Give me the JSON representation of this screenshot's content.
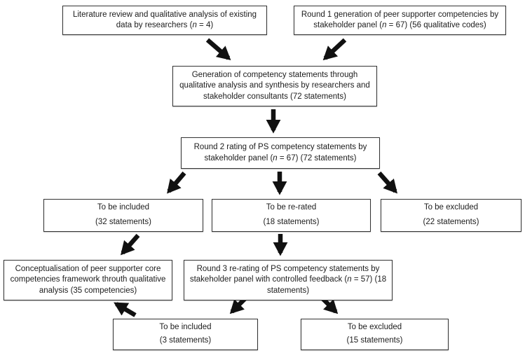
{
  "figure": {
    "background": "#ffffff",
    "box_border_color": "#333333",
    "arrow_color": "#111111",
    "text_color": "#1c1c1c"
  },
  "nodes": {
    "lit_review": {
      "text": "Literature review and qualitative analysis of existing data by researchers (n = 4)"
    },
    "round1": {
      "text": "Round 1 generation of peer supporter competencies by stakeholder panel (n = 67) (56 qualitative codes)"
    },
    "generation": {
      "text": "Generation of competency statements through qualitative analysis and synthesis by researchers and stakeholder consultants (72 statements)"
    },
    "round2": {
      "text": "Round 2 rating of PS competency statements by stakeholder panel (n = 67) (72 statements)"
    },
    "r2_included": {
      "label": "To be included",
      "count": "(32 statements)"
    },
    "r2_rerated": {
      "label": "To be re-rated",
      "count": "(18 statements)"
    },
    "r2_excluded": {
      "label": "To be excluded",
      "count": "(22 statements)"
    },
    "conceptualisation": {
      "text": "Conceptualisation of peer supporter core competencies framework throuth qualitative analysis (35 competencies)"
    },
    "round3": {
      "text": "Round 3 re-rating of PS competency statements by stakeholder panel with controlled feedback (n = 57) (18 statements)"
    },
    "r3_included": {
      "label": "To be included",
      "count": "(3 statements)"
    },
    "r3_excluded": {
      "label": "To be excluded",
      "count": "(15 statements)"
    }
  }
}
